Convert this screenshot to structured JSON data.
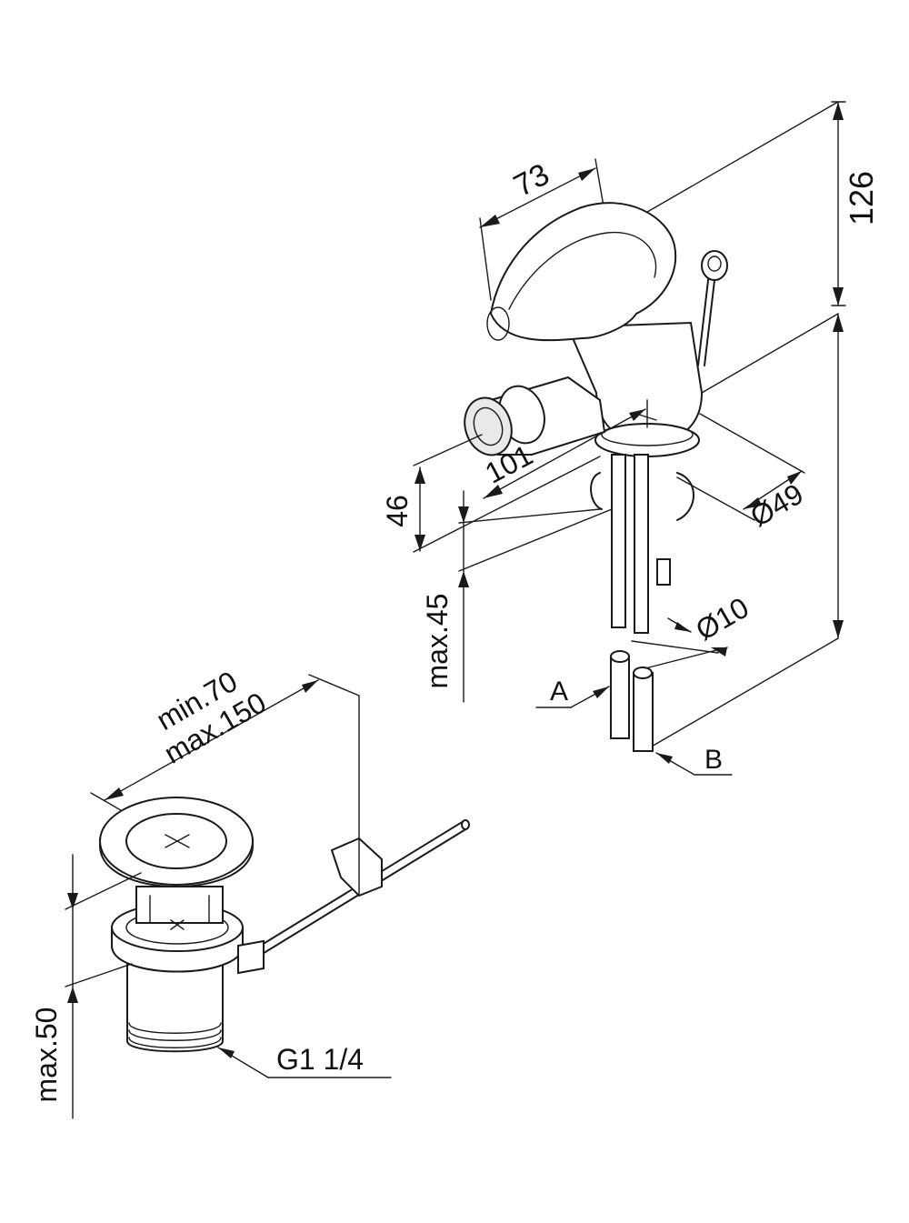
{
  "dimensions": {
    "handle_width": "73",
    "total_height": "126",
    "spout_length": "101",
    "spout_height": "46",
    "base_diameter": "Ø49",
    "deck_thickness": "max.45",
    "hose_diameter": "Ø10",
    "waste_distance_min": "min.70",
    "waste_distance_max": "max.150",
    "waste_deck": "max.50",
    "waste_thread": "G1 1/4"
  },
  "connections": {
    "inlet_a": "A",
    "inlet_b": "B"
  }
}
